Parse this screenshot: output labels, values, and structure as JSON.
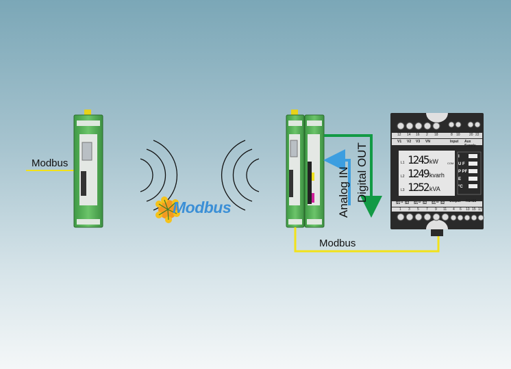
{
  "labels": {
    "modbus_left": "Modbus",
    "modbus_bottom": "Modbus",
    "analog_in": "Analog IN",
    "digital_out": "Digital OUT",
    "logo": "Modbus"
  },
  "meter": {
    "top_numbers": [
      "12",
      "14",
      "16",
      "2",
      "18",
      "8",
      "10",
      "20",
      "22"
    ],
    "top_labels": [
      "V1",
      "V2",
      "V3",
      "VN",
      "Input",
      "Aux Supply"
    ],
    "display_rows": [
      {
        "phase": "L1",
        "value": "1245",
        "unit": "kW"
      },
      {
        "phase": "L2",
        "value": "1249",
        "unit": "kvarh"
      },
      {
        "phase": "L3",
        "value": "1252",
        "unit": "kVA"
      }
    ],
    "com": "COM",
    "buttons": [
      "I",
      "U F",
      "P PF",
      "E",
      "°C"
    ],
    "bottom_labels": [
      "S1",
      "I1",
      "S2",
      "S1",
      "I2",
      "S2",
      "S1",
      "I3",
      "S2",
      "Output",
      "RS485"
    ],
    "bottom_numbers": [
      "1",
      "3",
      "5",
      "7",
      "9",
      "11",
      "4",
      "6",
      "13",
      "15",
      "17"
    ]
  },
  "colors": {
    "modbus": "#f2e21a",
    "digital": "#129a45",
    "analog": "#3c9ee0",
    "device": "#58b75a"
  }
}
